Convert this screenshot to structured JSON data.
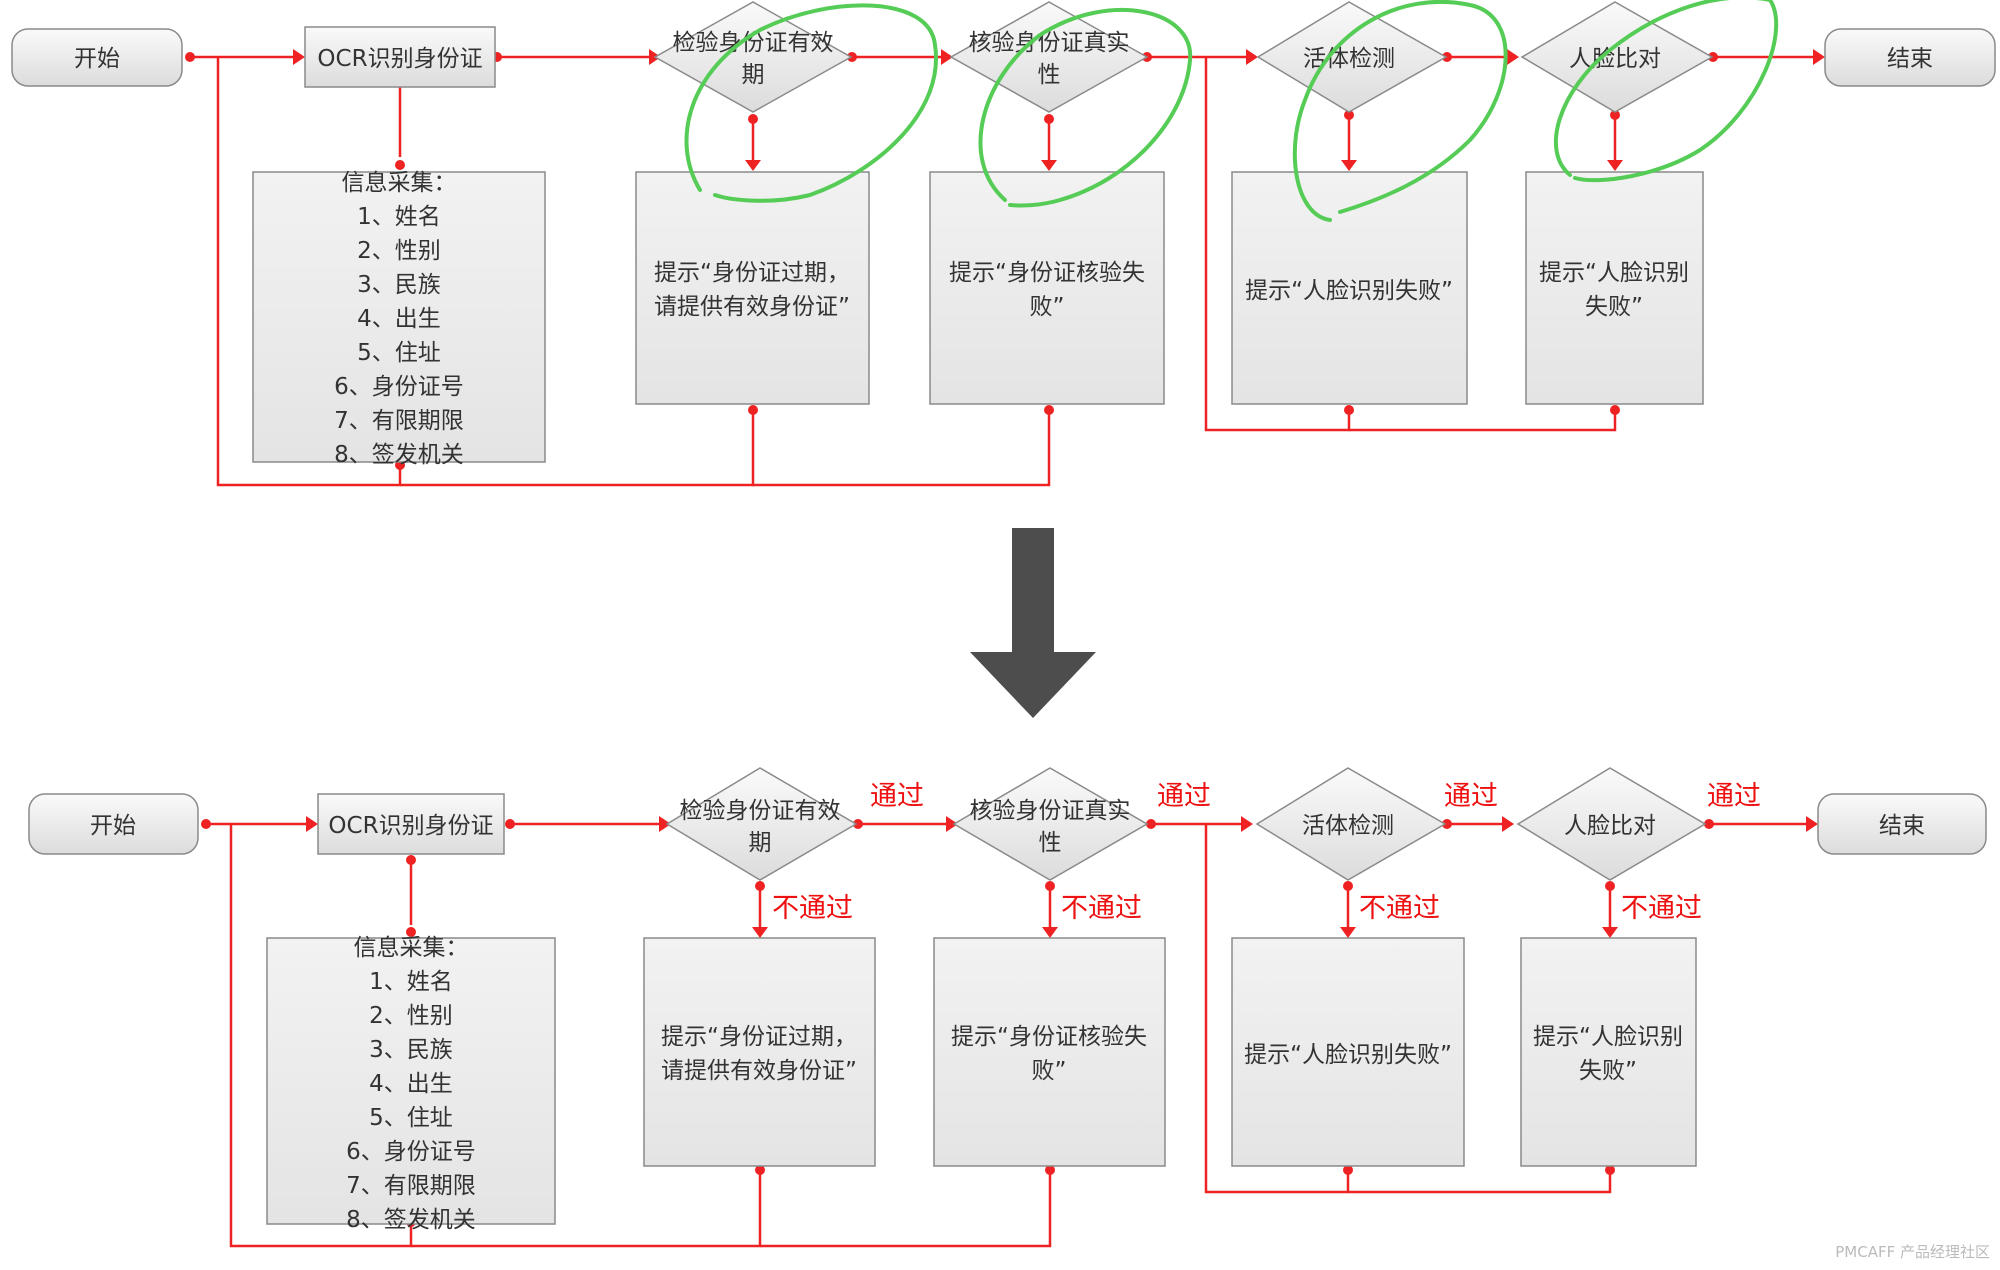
{
  "colors": {
    "flow_red": "#ee2222",
    "node_fill_top": "#fafafa",
    "node_fill_bottom": "#dedede",
    "box_fill": "#ebebeb",
    "node_stroke": "#8a8a8a",
    "annotation_green": "#55cc55",
    "arrow_dark": "#4d4d4d"
  },
  "top_flow": {
    "start": "开始",
    "ocr": "OCR识别身份证",
    "check_validity": [
      "检验身份证有效",
      "期"
    ],
    "verify_authenticity": [
      "核验身份证真实",
      "性"
    ],
    "liveness": "活体检测",
    "face_compare": "人脸比对",
    "end": "结束",
    "info_box": [
      "信息采集：",
      "1、姓名",
      "2、性别",
      "3、民族",
      "4、出生",
      "5、住址",
      "6、身份证号",
      "7、有限期限",
      "8、签发机关"
    ],
    "msg_expired": [
      "提示“身份证过期，",
      "请提供有效身份证”"
    ],
    "msg_verify_fail": [
      "提示“身份证核验失",
      "败”"
    ],
    "msg_face_fail": [
      "提示“人脸识别失败”"
    ],
    "msg_face_fail2": [
      "提示“人脸识别",
      "失败”"
    ]
  },
  "bottom_flow": {
    "start": "开始",
    "ocr": "OCR识别身份证",
    "check_validity": [
      "检验身份证有效",
      "期"
    ],
    "verify_authenticity": [
      "核验身份证真实",
      "性"
    ],
    "liveness": "活体检测",
    "face_compare": "人脸比对",
    "end": "结束",
    "info_box": [
      "信息采集：",
      "1、姓名",
      "2、性别",
      "3、民族",
      "4、出生",
      "5、住址",
      "6、身份证号",
      "7、有限期限",
      "8、签发机关"
    ],
    "msg_expired": [
      "提示“身份证过期，",
      "请提供有效身份证”"
    ],
    "msg_verify_fail": [
      "提示“身份证核验失",
      "败”"
    ],
    "msg_face_fail": [
      "提示“人脸识别失败”"
    ],
    "msg_face_fail2": [
      "提示“人脸识别",
      "失败”"
    ],
    "pass_label": "通过",
    "fail_label": "不通过"
  },
  "watermark": "PMCAFF 产品经理社区"
}
